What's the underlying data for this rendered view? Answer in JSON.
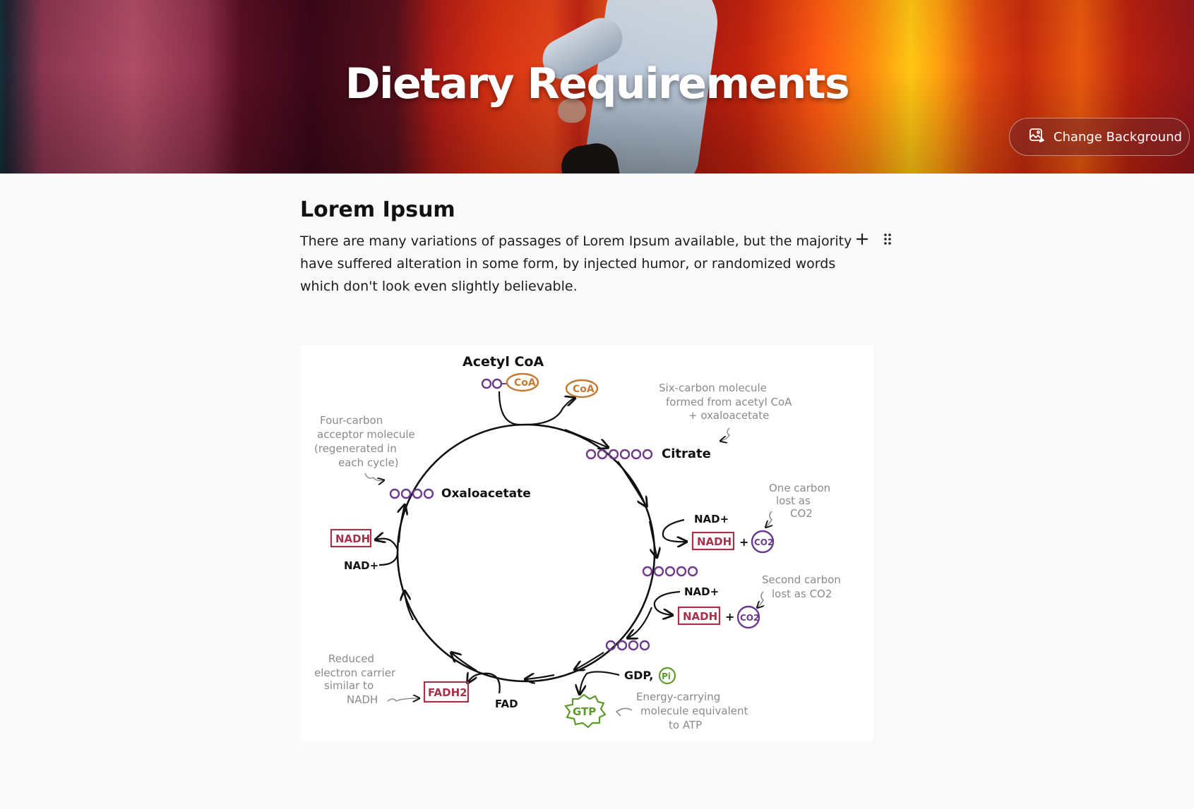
{
  "banner": {
    "title": "Dietary Requirements",
    "change_background_label": "Change Background"
  },
  "section": {
    "title": "Lorem Ipsum",
    "paragraph": "There are many variations of passages of Lorem Ipsum available, but the majority have suffered alteration in some form, by injected humor, or randomized words which don't look even slightly believable."
  },
  "diagram": {
    "labels": {
      "acetyl_coa": "Acetyl CoA",
      "coa_1": "CoA",
      "coa_2": "CoA",
      "citrate": "Citrate",
      "oxaloacetate": "Oxaloacetate",
      "nad_1": "NAD+",
      "nad_2": "NAD+",
      "nad_3": "NAD+",
      "nadh_1": "NADH",
      "nadh_2": "NADH",
      "nadh_3": "NADH",
      "co2_1": "CO2",
      "co2_2": "CO2",
      "plus_1": "+",
      "plus_2": "+",
      "gdp": "GDP,",
      "pi": "Pi",
      "gtp": "GTP",
      "fad": "FAD",
      "fadh2": "FADH2"
    },
    "notes": {
      "six_carbon": [
        "Six-carbon molecule",
        "formed from acetyl CoA",
        "+ oxaloacetate"
      ],
      "four_carbon": [
        "Four-carbon",
        "acceptor molecule",
        "(regenerated in",
        "each cycle)"
      ],
      "one_carbon": [
        "One carbon",
        "lost as",
        "CO2"
      ],
      "second_carbon": [
        "Second carbon",
        "lost as CO2"
      ],
      "reduced": [
        "Reduced",
        "electron carrier",
        "similar to",
        "NADH"
      ],
      "energy": [
        "Energy-carrying",
        "molecule equivalent",
        "to ATP"
      ]
    },
    "colors": {
      "purple": "#6b3a8c",
      "orange": "#c47a33",
      "red": "#a3324a",
      "green": "#5c9a2e",
      "note_gray": "#8a8a8a"
    }
  }
}
